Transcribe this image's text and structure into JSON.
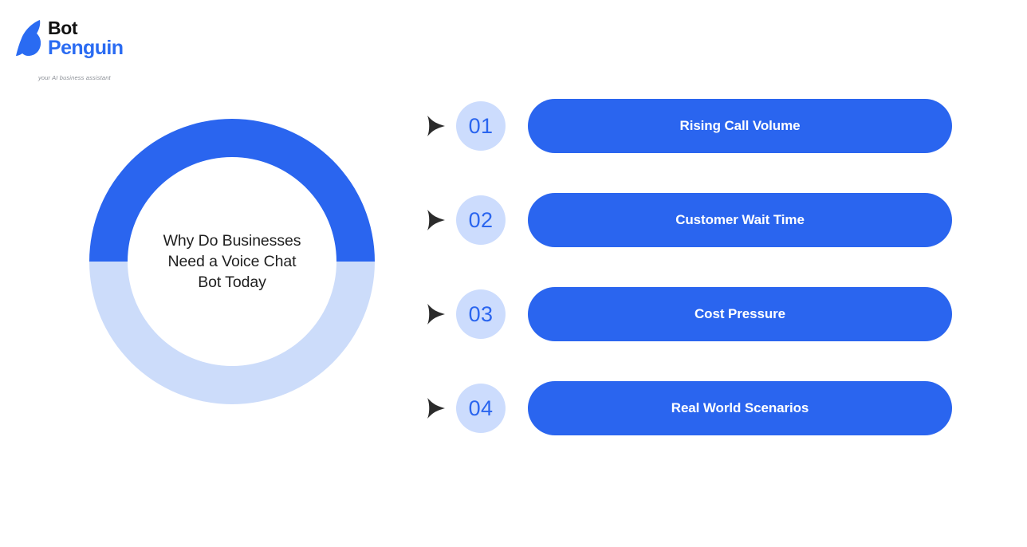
{
  "brand": {
    "name_line1": "Bot",
    "name_line2": "Penguin",
    "tagline": "your AI business assistant",
    "mark_icon": "penguin-icon",
    "brand_color": "#2a6bf2",
    "text_color": "#111111"
  },
  "donut": {
    "center_text_line1": "Why Do Businesses",
    "center_text_line2": "Need a Voice Chat",
    "center_text_line3": "Bot Today",
    "segment_top_color": "#2a65ef",
    "segment_bottom_color": "#ccdcfa",
    "segment_top_share": "50",
    "segment_bottom_share": "50"
  },
  "steps": {
    "arrow_icon": "triangle-right-icon",
    "badge_bg_color": "#ccdcfd",
    "badge_text_color": "#2a65ef",
    "pill_bg_color": "#2a65ef",
    "pill_text_color": "#ffffff",
    "items": [
      {
        "number": "01",
        "label": "Rising Call Volume"
      },
      {
        "number": "02",
        "label": "Customer Wait Time"
      },
      {
        "number": "03",
        "label": "Cost Pressure"
      },
      {
        "number": "04",
        "label": "Real World Scenarios"
      }
    ]
  }
}
